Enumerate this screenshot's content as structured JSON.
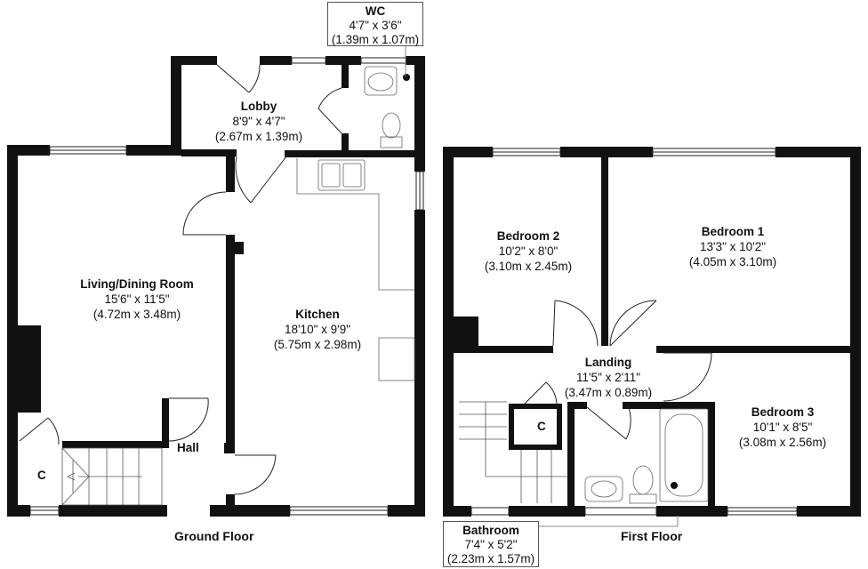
{
  "floors": {
    "ground": "Ground Floor",
    "first": "First Floor"
  },
  "rooms": {
    "wc": {
      "name": "WC",
      "imperial": "4'7\" x 3'6\"",
      "metric": "(1.39m x 1.07m)"
    },
    "lobby": {
      "name": "Lobby",
      "imperial": "8'9\" x 4'7\"",
      "metric": "(2.67m x 1.39m)"
    },
    "living": {
      "name": "Living/Dining Room",
      "imperial": "15'6\" x 11'5\"",
      "metric": "(4.72m x 3.48m)"
    },
    "kitchen": {
      "name": "Kitchen",
      "imperial": "18'10\" x 9'9\"",
      "metric": "(5.75m x 2.98m)"
    },
    "hall": {
      "name": "Hall"
    },
    "cupboard_ground": {
      "name": "C"
    },
    "bedroom2": {
      "name": "Bedroom 2",
      "imperial": "10'2\" x 8'0\"",
      "metric": "(3.10m x 2.45m)"
    },
    "bedroom1": {
      "name": "Bedroom 1",
      "imperial": "13'3\" x 10'2\"",
      "metric": "(4.05m x 3.10m)"
    },
    "landing": {
      "name": "Landing",
      "imperial": "11'5\" x 2'11\"",
      "metric": "(3.47m x 0.89m)"
    },
    "bedroom3": {
      "name": "Bedroom 3",
      "imperial": "10'1\" x 8'5\"",
      "metric": "(3.08m x 2.56m)"
    },
    "cupboard_first": {
      "name": "C"
    },
    "bathroom": {
      "name": "Bathroom",
      "imperial": "7'4\" x 5'2\"",
      "metric": "(2.23m x 1.57m)"
    }
  }
}
